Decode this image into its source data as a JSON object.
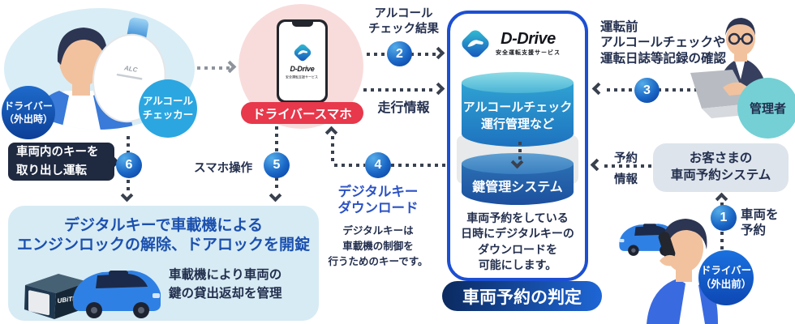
{
  "steps": {
    "s1": "1",
    "s2": "2",
    "s3": "3",
    "s4": "4",
    "s5": "5",
    "s6": "6"
  },
  "left_scene": {
    "driver_badge": "ドライバー\n（外出時）",
    "checker_badge": "アルコール\nチェッカー",
    "step6_label": "車両内のキーを\n取り出し運転"
  },
  "bottom_panel": {
    "title": "デジタルキーで車載機による\nエンジンロックの解除、ドアロックを開錠",
    "note": "車載機により車両の\n鍵の貸出返却を管理",
    "device_brand": "UBiTEQ"
  },
  "phone_group": {
    "badge": "ドライバースマホ",
    "app_name": "D-Drive",
    "app_tagline": "安全運転支援サービス",
    "step5_label": "スマホ操作",
    "step2_label": "アルコール\nチェック結果",
    "driving_info": "走行情報",
    "step4_label": "デジタルキー\nダウンロード",
    "step4_note": "デジタルキーは\n車載機の制御を\n行うためのキーです。"
  },
  "center_card": {
    "logo_name": "D-Drive",
    "logo_tagline": "安全運転支援サービス",
    "db_top": "アルコールチェック\n運行管理など",
    "db_bottom": "鍵管理システム",
    "description": "車両予約をしている\n日時にデジタルキーの\nダウンロードを\n可能にします。",
    "footer": "車両予約の判定"
  },
  "right_top": {
    "step3_label": "運転前\nアルコールチェックや\n運転日誌等記録の確認",
    "manager_badge": "管理者"
  },
  "right_bottom": {
    "system_box": "お客さまの\n車両予約システム",
    "info_top": "予約",
    "info_bottom": "情報",
    "step1_label": "車両を\n予約",
    "driver_badge": "ドライバー\n（外出前）"
  },
  "colors": {
    "accent_blue": "#1c4fd2",
    "cyan": "#2ba6e0",
    "navy_text": "#232f4e",
    "red_badge": "#e8384b",
    "panel_blue": "#d7ebf4",
    "pink_circle": "#f8dcdb",
    "teal_badge": "#74d0d4",
    "title_blue": "#1b50ae"
  }
}
